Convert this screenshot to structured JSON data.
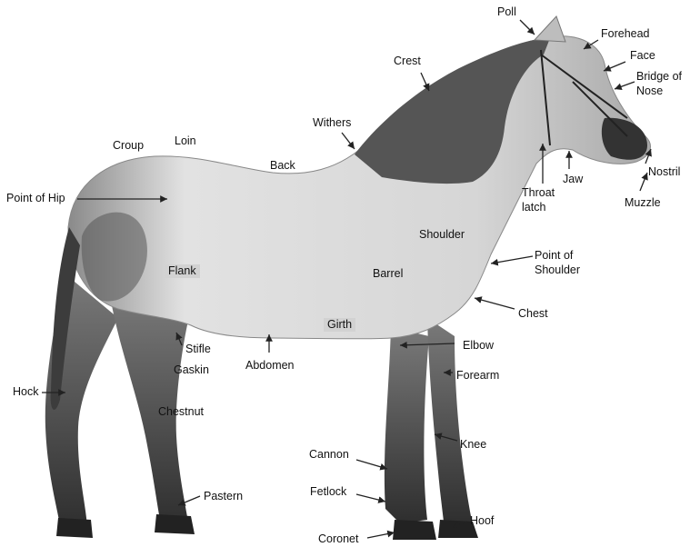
{
  "labels": {
    "poll": "Poll",
    "forehead": "Forehead",
    "face": "Face",
    "bridge_of_nose_1": "Bridge of",
    "bridge_of_nose_2": "Nose",
    "crest": "Crest",
    "withers": "Withers",
    "croup": "Croup",
    "loin": "Loin",
    "back": "Back",
    "point_of_hip": "Point of Hip",
    "jaw": "Jaw",
    "nostril": "Nostril",
    "throat_latch_1": "Throat",
    "throat_latch_2": "latch",
    "muzzle": "Muzzle",
    "shoulder": "Shoulder",
    "point_of_shoulder_1": "Point of",
    "point_of_shoulder_2": "Shoulder",
    "flank": "Flank",
    "barrel": "Barrel",
    "chest": "Chest",
    "girth": "Girth",
    "elbow": "Elbow",
    "stifle": "Stifle",
    "gaskin": "Gaskin",
    "abdomen": "Abdomen",
    "forearm": "Forearm",
    "hock": "Hock",
    "chestnut": "Chestnut",
    "knee": "Knee",
    "cannon": "Cannon",
    "fetlock": "Fetlock",
    "pastern": "Pastern",
    "hoof": "Hoof",
    "coronet": "Coronet"
  },
  "colors": {
    "background": "#ffffff",
    "body_light": "#dcdcdc",
    "body_dark": "#3a3a3a",
    "mane": "#4a4a4a",
    "label_box": "#d2d2d2",
    "arrow": "#222222"
  },
  "icons": [
    "horse-silhouette",
    "pointer-arrow"
  ]
}
